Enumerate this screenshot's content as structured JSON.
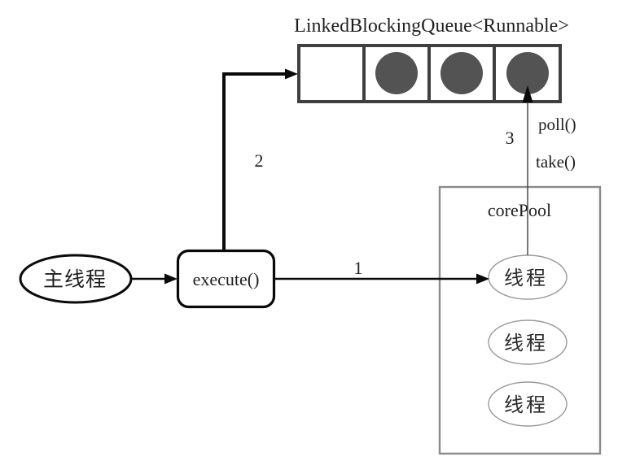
{
  "diagram": {
    "kind": "thread-pool-executor-flow",
    "background": "#ffffff"
  },
  "colors": {
    "task_fill": "#535353",
    "queue_border": "#3f3f3f",
    "pool_border": "#8a8a8a",
    "thread_border": "#9a9a9a",
    "strong_border": "#0a0a0a",
    "thin_arrow": "#4a4a4a",
    "text": "#1f1f1f"
  },
  "queue": {
    "label": "LinkedBlockingQueue<Runnable>",
    "cells": [
      {
        "filled": false
      },
      {
        "filled": true
      },
      {
        "filled": true
      },
      {
        "filled": true
      }
    ]
  },
  "nodes": {
    "main_thread": {
      "label": "主线程"
    },
    "execute": {
      "label": "execute()"
    },
    "core_pool": {
      "label": "corePool",
      "threads": [
        {
          "label": "线程"
        },
        {
          "label": "线程"
        },
        {
          "label": "线程"
        }
      ]
    }
  },
  "arrows": {
    "dispatch": {
      "label": "1"
    },
    "enqueue": {
      "label": "2"
    },
    "dequeue": {
      "label": "3",
      "methods": [
        "poll()",
        "take()"
      ]
    }
  }
}
